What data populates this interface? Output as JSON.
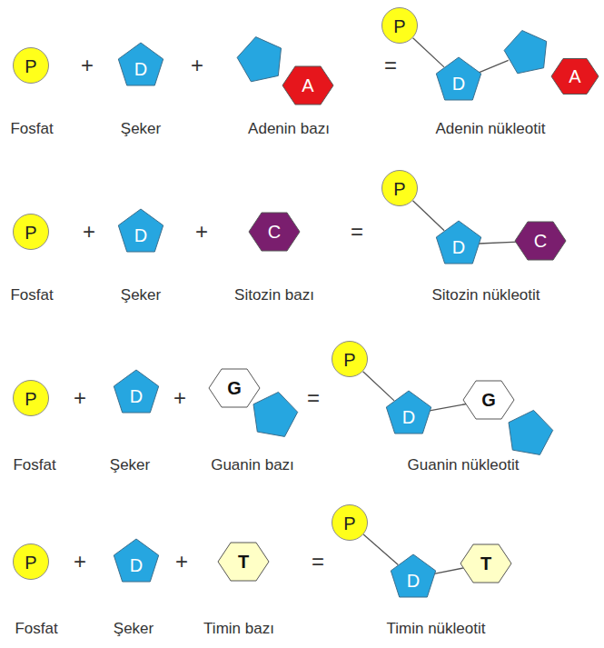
{
  "diagram": {
    "nodes": [
      {
        "text": [
          "P",
          "Fosfat"
        ]
      },
      {
        "text": [
          "D",
          "Şeker"
        ]
      },
      {
        "text": [
          "A",
          "Adenin bazı"
        ]
      },
      {
        "text": [
          "P"
        ]
      },
      {
        "text": [
          "D"
        ]
      },
      {
        "text": [
          "A"
        ]
      },
      {
        "text": [
          "P",
          "Fosfat"
        ]
      },
      {
        "text": [
          "D",
          "Şeker"
        ]
      },
      {
        "text": [
          "C",
          "Sitozin bazı"
        ]
      },
      {
        "text": [
          "P"
        ]
      },
      {
        "text": [
          "D"
        ]
      },
      {
        "text": [
          "C"
        ]
      },
      {
        "text": [
          "P",
          "Fosfat"
        ]
      },
      {
        "text": [
          "D",
          "Şeker"
        ]
      },
      {
        "text": [
          "G",
          "Guanin bazı"
        ]
      },
      {
        "text": [
          "P"
        ]
      },
      {
        "text": [
          "D"
        ]
      },
      {
        "text": [
          "G"
        ]
      },
      {
        "text": [
          "P",
          "Fosfat"
        ]
      },
      {
        "text": [
          "D",
          "Şeker"
        ]
      },
      {
        "text": [
          "T",
          "Timin bazı"
        ]
      },
      {
        "text": [
          "P"
        ]
      },
      {
        "text": [
          "D"
        ]
      },
      {
        "text": [
          "T"
        ]
      }
    ],
    "edges": [
      {
        "from": 3,
        "to": 4,
        "arrow": "none"
      },
      {
        "from": 4,
        "to": 5,
        "arrow": "none"
      },
      {
        "from": 9,
        "to": 10,
        "arrow": "none"
      },
      {
        "from": 10,
        "to": 11,
        "arrow": "none"
      },
      {
        "from": 15,
        "to": 16,
        "arrow": "none"
      },
      {
        "from": 16,
        "to": 17,
        "arrow": "none"
      },
      {
        "from": 21,
        "to": 22,
        "arrow": "none"
      },
      {
        "from": 22,
        "to": 23,
        "arrow": "none"
      }
    ],
    "labels": [
      "+",
      "+",
      "=",
      "Adenin nükleotit",
      "+",
      "+",
      "=",
      "Sitozin nükleotit",
      "+",
      "+",
      "=",
      "Guanin nükleotit",
      "+",
      "+",
      "=",
      "Timin nükleotit"
    ]
  }
}
